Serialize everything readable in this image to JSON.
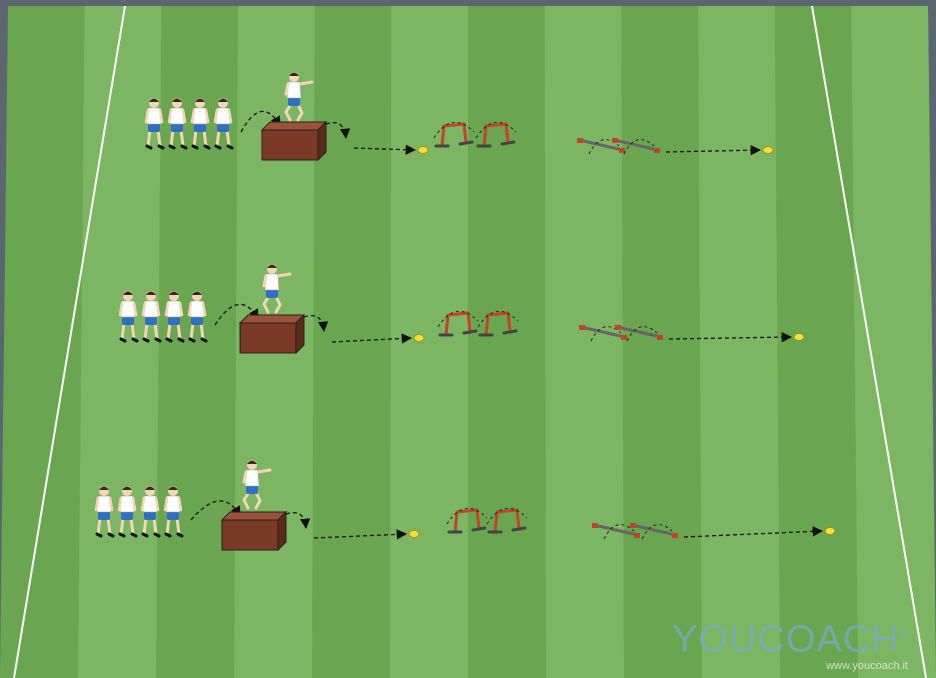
{
  "diagram": {
    "title": "",
    "colors": {
      "frame": "#5c6670",
      "stripe_dark": "#6aa64f",
      "stripe_light": "#7db662",
      "line": "#ffffff",
      "box": "#7a3a26",
      "hurdle": "#c0442a",
      "cone": "#f2df3a",
      "kit_shirt": "#ffffff",
      "kit_shorts": "#2f6fc4"
    },
    "icons": [
      "player-icon",
      "jump-box-icon",
      "hurdle-icon",
      "ladder-pole-icon",
      "cone-icon",
      "arrow-icon"
    ],
    "lanes": [
      {
        "name": "lane-1",
        "queue_players": 4
      },
      {
        "name": "lane-2",
        "queue_players": 4
      },
      {
        "name": "lane-3",
        "queue_players": 4
      }
    ]
  },
  "watermark": {
    "logo": "YOUCOACH",
    "registered": "®",
    "url": "www.youcoach.it"
  }
}
